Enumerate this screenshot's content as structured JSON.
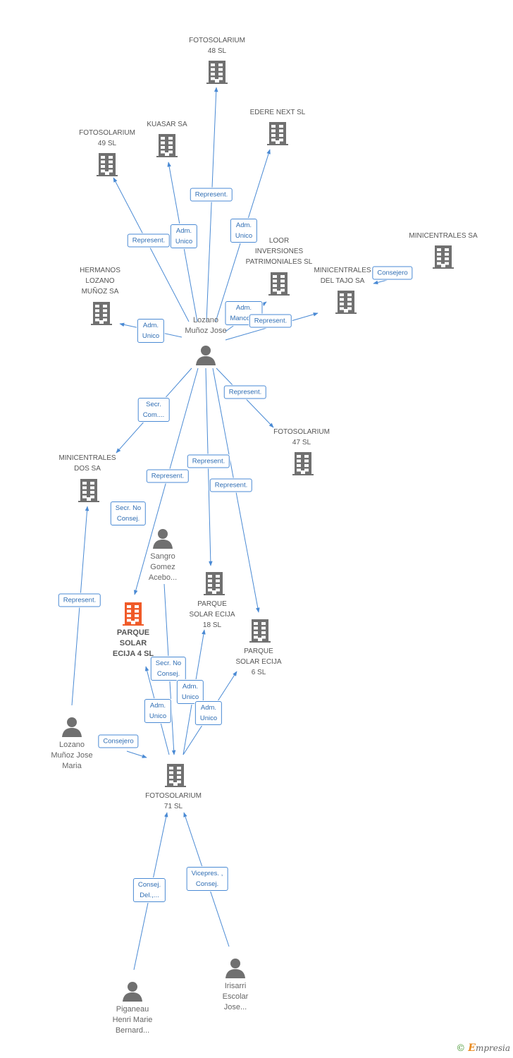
{
  "colors": {
    "edge": "#4a8ad4",
    "edge_label_text": "#2f6db3",
    "icon": "#707070",
    "icon_focus": "#f05a28",
    "brand_green": "#4d9a3a",
    "brand_orange": "#e98a1f"
  },
  "nodes": [
    {
      "id": "fotosolarium48",
      "type": "company",
      "label": "FOTOSOLARIUM\n48 SL"
    },
    {
      "id": "kuasar",
      "type": "company",
      "label": "KUASAR SA"
    },
    {
      "id": "edere",
      "type": "company",
      "label": "EDERE NEXT SL"
    },
    {
      "id": "fotosolarium49",
      "type": "company",
      "label": "FOTOSOLARIUM\n49 SL"
    },
    {
      "id": "loor",
      "type": "company",
      "label": "LOOR\nINVERSIONES\nPATRIMONIALES SL"
    },
    {
      "id": "minicentrales_sa",
      "type": "company",
      "label": "MINICENTRALES SA"
    },
    {
      "id": "minicentrales_tajo",
      "type": "company",
      "label": "MINICENTRALES\nDEL TAJO SA"
    },
    {
      "id": "hermanos",
      "type": "company",
      "label": "HERMANOS\nLOZANO\nMUÑOZ SA"
    },
    {
      "id": "lozano_jose",
      "type": "person",
      "label": "Lozano\nMuñoz Jose"
    },
    {
      "id": "fotosolarium47",
      "type": "company",
      "label": "FOTOSOLARIUM\n47 SL"
    },
    {
      "id": "minicentrales_dos",
      "type": "company",
      "label": "MINICENTRALES\nDOS SA"
    },
    {
      "id": "sangro",
      "type": "person",
      "label": "Sangro\nGomez\nAcebo..."
    },
    {
      "id": "parque18",
      "type": "company",
      "label": "PARQUE\nSOLAR ECIJA\n18 SL"
    },
    {
      "id": "parque4",
      "type": "focus",
      "label": "PARQUE\nSOLAR\nECIJA 4 SL"
    },
    {
      "id": "parque6",
      "type": "company",
      "label": "PARQUE\nSOLAR ECIJA\n6 SL"
    },
    {
      "id": "lozano_maria",
      "type": "person",
      "label": "Lozano\nMuñoz Jose\nMaria"
    },
    {
      "id": "fotosolarium71",
      "type": "company",
      "label": "FOTOSOLARIUM\n71 SL"
    },
    {
      "id": "piganeau",
      "type": "person",
      "label": "Piganeau\nHenri Marie\nBernard..."
    },
    {
      "id": "irisarri",
      "type": "person",
      "label": "Irisarri\nEscolar\nJose..."
    }
  ],
  "edges": [
    {
      "from": "lozano_jose",
      "to": "fotosolarium48",
      "label": "Represent."
    },
    {
      "from": "lozano_jose",
      "to": "kuasar",
      "label": "Adm.\nUnico"
    },
    {
      "from": "lozano_jose",
      "to": "edere",
      "label": "Adm.\nUnico"
    },
    {
      "from": "lozano_jose",
      "to": "fotosolarium49",
      "label": "Represent."
    },
    {
      "from": "lozano_jose",
      "to": "loor",
      "label": "Adm.\nMancom."
    },
    {
      "from": "lozano_jose",
      "to": "minicentrales_tajo",
      "label": "Represent."
    },
    {
      "from": "minicentrales_sa",
      "to": "minicentrales_tajo",
      "label": "Consejero"
    },
    {
      "from": "lozano_jose",
      "to": "hermanos",
      "label": "Adm.\nUnico"
    },
    {
      "from": "lozano_jose",
      "to": "fotosolarium47",
      "label": "Represent."
    },
    {
      "from": "lozano_jose",
      "to": "minicentrales_dos",
      "label": "Secr.\nCom...."
    },
    {
      "from": "lozano_jose",
      "to": "parque4",
      "label": "Represent."
    },
    {
      "from": "lozano_jose",
      "to": "parque18",
      "label": "Represent."
    },
    {
      "from": "lozano_jose",
      "to": "parque6",
      "label": "Represent."
    },
    {
      "from": "sangro",
      "to": "fotosolarium71",
      "label": "Secr. No\nConsej."
    },
    {
      "from": "lozano_maria",
      "to": "minicentrales_dos",
      "label": "Represent."
    },
    {
      "from": "lozano_maria",
      "to": "fotosolarium71",
      "label": "Consejero"
    },
    {
      "from": "fotosolarium71",
      "to": "parque4",
      "label": "Adm.\nUnico"
    },
    {
      "from": "fotosolarium71",
      "to": "parque18",
      "label": "Adm.\nUnico"
    },
    {
      "from": "fotosolarium71",
      "to": "parque6",
      "label": "Adm.\nUnico"
    },
    {
      "from": "piganeau",
      "to": "fotosolarium71",
      "label": "Consej.\nDel.,..."
    },
    {
      "from": "irisarri",
      "to": "fotosolarium71",
      "label": "Vicepres. ,\nConsej."
    }
  ],
  "extra_labels": [
    {
      "label": "Secr. No\nConsej."
    }
  ],
  "brand": {
    "copyright": "©",
    "initial": "E",
    "rest": "mpresia"
  }
}
